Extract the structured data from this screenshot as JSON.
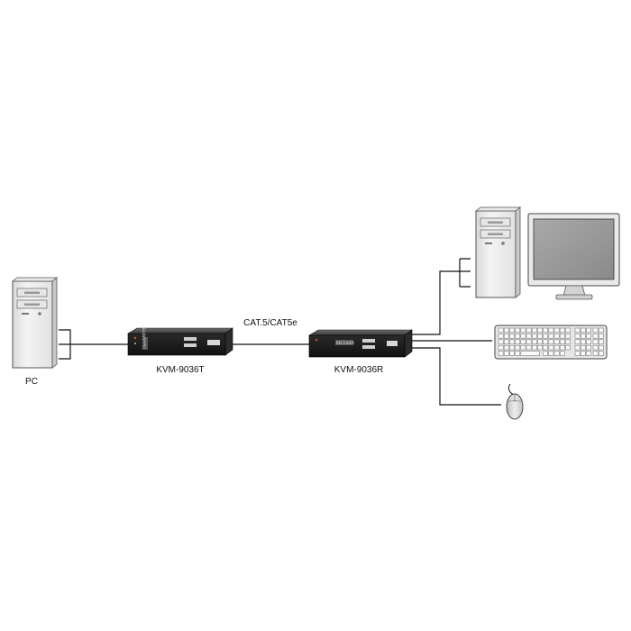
{
  "diagram": {
    "labels": {
      "pc": "PC",
      "transmitter": "KVM-9036T",
      "receiver": "KVM-9036R",
      "cable": "CAT.5/CAT5e"
    },
    "devices": {
      "transmitter_badge": "TRANSMITTER",
      "receiver_badge": "RECEIVER"
    },
    "icons": [
      "pc-tower-icon",
      "kvm-transmitter-icon",
      "kvm-receiver-icon",
      "pc-tower-icon",
      "monitor-icon",
      "keyboard-icon",
      "mouse-icon"
    ]
  }
}
